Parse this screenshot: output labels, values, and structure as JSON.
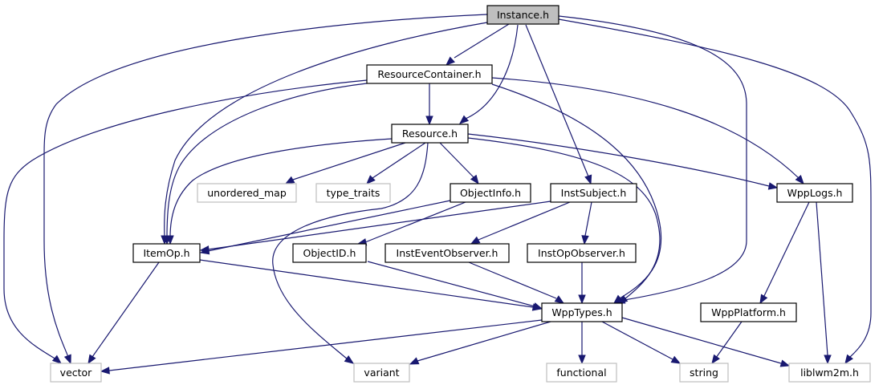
{
  "diagram": {
    "title": "Instance.h include dependency graph",
    "colors": {
      "edge": "#191970",
      "root_fill": "#bfbfbf",
      "local_border": "#000000",
      "external_border": "#bfbfbf"
    },
    "nodes": [
      {
        "id": "instance",
        "label": "Instance.h",
        "kind": "root"
      },
      {
        "id": "resourcecontainer",
        "label": "ResourceContainer.h",
        "kind": "local"
      },
      {
        "id": "resource",
        "label": "Resource.h",
        "kind": "local"
      },
      {
        "id": "unordered_map",
        "label": "unordered_map",
        "kind": "external"
      },
      {
        "id": "type_traits",
        "label": "type_traits",
        "kind": "external"
      },
      {
        "id": "objectinfo",
        "label": "ObjectInfo.h",
        "kind": "local"
      },
      {
        "id": "instsubject",
        "label": "InstSubject.h",
        "kind": "local"
      },
      {
        "id": "wpplogs",
        "label": "WppLogs.h",
        "kind": "local"
      },
      {
        "id": "itemop",
        "label": "ItemOp.h",
        "kind": "local"
      },
      {
        "id": "objectid",
        "label": "ObjectID.h",
        "kind": "local"
      },
      {
        "id": "insteventobserver",
        "label": "InstEventObserver.h",
        "kind": "local"
      },
      {
        "id": "instopobserver",
        "label": "InstOpObserver.h",
        "kind": "local"
      },
      {
        "id": "wpptypes",
        "label": "WppTypes.h",
        "kind": "local"
      },
      {
        "id": "wppplatform",
        "label": "WppPlatform.h",
        "kind": "local"
      },
      {
        "id": "vector",
        "label": "vector",
        "kind": "external"
      },
      {
        "id": "variant",
        "label": "variant",
        "kind": "external"
      },
      {
        "id": "functional",
        "label": "functional",
        "kind": "external"
      },
      {
        "id": "string",
        "label": "string",
        "kind": "external"
      },
      {
        "id": "liblwm2m",
        "label": "liblwm2m.h",
        "kind": "external"
      }
    ],
    "edges": [
      {
        "from": "instance",
        "to": "resourcecontainer"
      },
      {
        "from": "instance",
        "to": "resource"
      },
      {
        "from": "instance",
        "to": "instsubject"
      },
      {
        "from": "instance",
        "to": "itemop"
      },
      {
        "from": "instance",
        "to": "wpptypes"
      },
      {
        "from": "instance",
        "to": "vector"
      },
      {
        "from": "instance",
        "to": "liblwm2m"
      },
      {
        "from": "resourcecontainer",
        "to": "resource"
      },
      {
        "from": "resourcecontainer",
        "to": "wpplogs"
      },
      {
        "from": "resourcecontainer",
        "to": "itemop"
      },
      {
        "from": "resourcecontainer",
        "to": "wpptypes"
      },
      {
        "from": "resourcecontainer",
        "to": "vector"
      },
      {
        "from": "resource",
        "to": "unordered_map"
      },
      {
        "from": "resource",
        "to": "type_traits"
      },
      {
        "from": "resource",
        "to": "objectinfo"
      },
      {
        "from": "resource",
        "to": "wpplogs"
      },
      {
        "from": "resource",
        "to": "itemop"
      },
      {
        "from": "resource",
        "to": "wpptypes"
      },
      {
        "from": "resource",
        "to": "variant"
      },
      {
        "from": "objectinfo",
        "to": "itemop"
      },
      {
        "from": "objectinfo",
        "to": "objectid"
      },
      {
        "from": "instsubject",
        "to": "itemop"
      },
      {
        "from": "instsubject",
        "to": "insteventobserver"
      },
      {
        "from": "instsubject",
        "to": "instopobserver"
      },
      {
        "from": "wpplogs",
        "to": "wppplatform"
      },
      {
        "from": "wpplogs",
        "to": "liblwm2m"
      },
      {
        "from": "itemop",
        "to": "vector"
      },
      {
        "from": "itemop",
        "to": "wpptypes"
      },
      {
        "from": "objectid",
        "to": "wpptypes"
      },
      {
        "from": "insteventobserver",
        "to": "wpptypes"
      },
      {
        "from": "instopobserver",
        "to": "wpptypes"
      },
      {
        "from": "wpptypes",
        "to": "vector"
      },
      {
        "from": "wpptypes",
        "to": "variant"
      },
      {
        "from": "wpptypes",
        "to": "functional"
      },
      {
        "from": "wpptypes",
        "to": "string"
      },
      {
        "from": "wpptypes",
        "to": "liblwm2m"
      },
      {
        "from": "wppplatform",
        "to": "string"
      }
    ]
  }
}
